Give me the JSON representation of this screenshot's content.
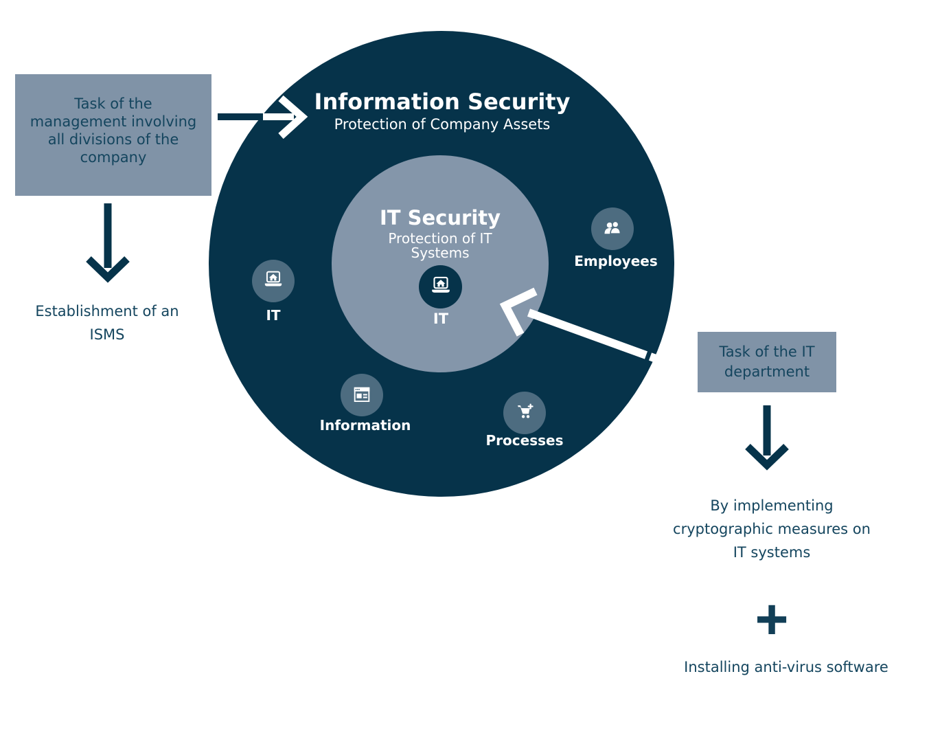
{
  "colors": {
    "outer_circle": "#06334a",
    "inner_circle": "#8496aa",
    "badge": "#4d6c80",
    "task_box": "#8093a7",
    "dark_text": "#14455e",
    "white": "#ffffff"
  },
  "outer_circle": {
    "title": "Information Security",
    "subtitle": "Protection of Company Assets"
  },
  "inner_circle": {
    "title": "IT Security",
    "subtitle": "Protection of IT Systems",
    "center_node": {
      "label": "IT",
      "icon": "laptop-home-icon"
    }
  },
  "nodes": [
    {
      "label": "IT",
      "icon": "laptop-home-icon"
    },
    {
      "label": "Employees",
      "icon": "people-icon"
    },
    {
      "label": "Information",
      "icon": "browser-window-icon"
    },
    {
      "label": "Processes",
      "icon": "cart-plus-icon"
    }
  ],
  "left_flow": {
    "box_lines": [
      "Task of the",
      "management involving",
      "all divisions of the",
      "company"
    ],
    "result_lines": [
      "Establishment of an",
      "ISMS"
    ]
  },
  "right_flow": {
    "box_lines": [
      "Task of the IT",
      "department"
    ],
    "result_lines": [
      "By implementing",
      "cryptographic measures on",
      "IT systems"
    ],
    "plus": "+",
    "extra": "Installing anti-virus software"
  }
}
